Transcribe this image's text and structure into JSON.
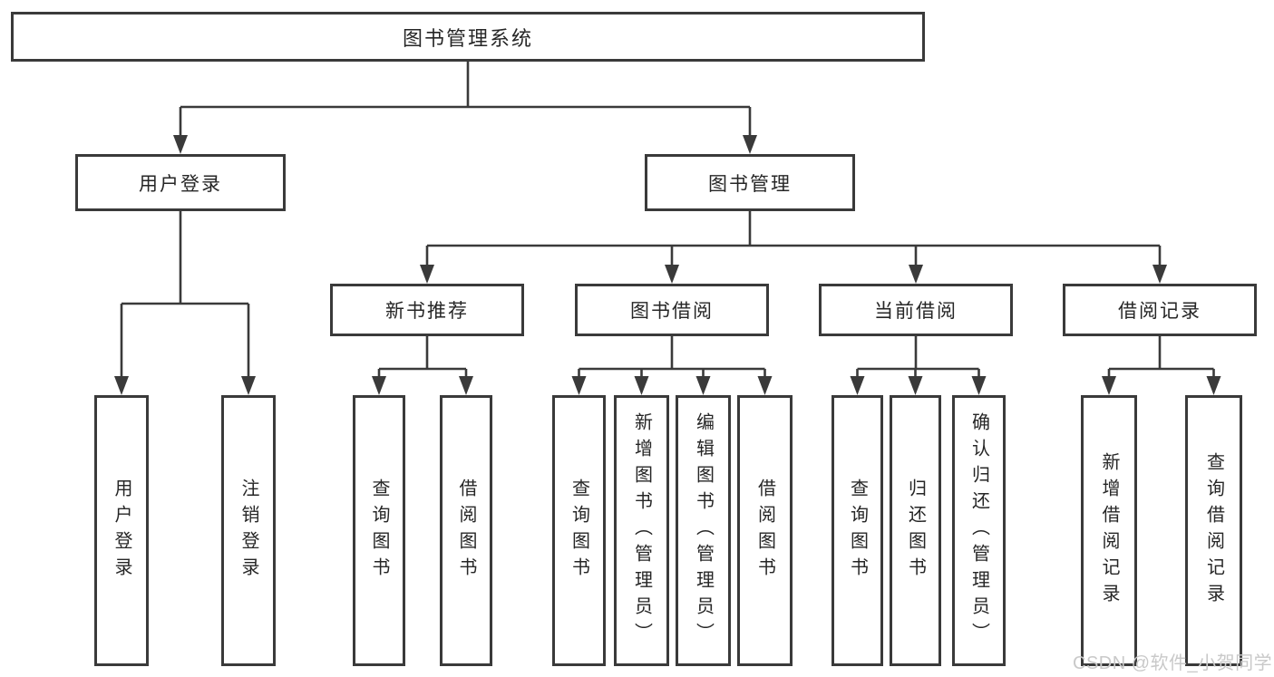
{
  "diagram_title": "图书管理系统",
  "tree": {
    "label": "图书管理系统",
    "children": [
      {
        "label": "用户登录",
        "children": [
          {
            "label": "用户登录"
          },
          {
            "label": "注销登录"
          }
        ]
      },
      {
        "label": "图书管理",
        "children": [
          {
            "label": "新书推荐",
            "children": [
              {
                "label": "查询图书"
              },
              {
                "label": "借阅图书"
              }
            ]
          },
          {
            "label": "图书借阅",
            "children": [
              {
                "label": "查询图书"
              },
              {
                "label": "新增图书（管理员）"
              },
              {
                "label": "编辑图书（管理员）"
              },
              {
                "label": "借阅图书"
              }
            ]
          },
          {
            "label": "当前借阅",
            "children": [
              {
                "label": "查询图书"
              },
              {
                "label": "归还图书"
              },
              {
                "label": "确认归还（管理员）"
              }
            ]
          },
          {
            "label": "借阅记录",
            "children": [
              {
                "label": "新增借阅记录"
              },
              {
                "label": "查询借阅记录"
              }
            ]
          }
        ]
      }
    ]
  },
  "watermark": {
    "text": "CSDN @软件_小贺同学"
  },
  "colors": {
    "line": "#3a3a3a",
    "box_border": "#3a3a3a",
    "text": "#262626",
    "watermark": "#c9c9c9",
    "background": "#ffffff"
  }
}
